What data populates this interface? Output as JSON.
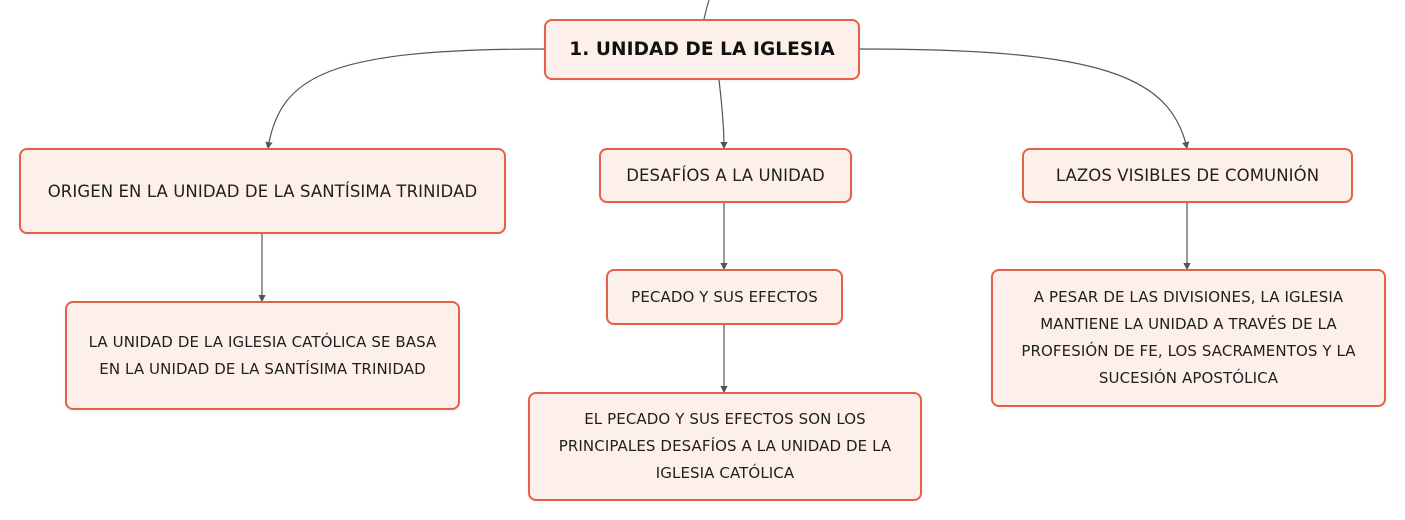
{
  "colors": {
    "node_border": "#e5604a",
    "node_fill": "#fdf0ea",
    "connector": "#555555",
    "text": "#1f1f1f"
  },
  "root": {
    "label": "1. UNIDAD DE LA IGLESIA"
  },
  "branches": [
    {
      "label": "ORIGEN EN LA UNIDAD DE LA SANTÍSIMA TRINIDAD",
      "children": [
        {
          "label": "LA UNIDAD DE LA IGLESIA CATÓLICA SE BASA EN LA UNIDAD DE LA SANTÍSIMA TRINIDAD"
        }
      ]
    },
    {
      "label": "DESAFÍOS A LA UNIDAD",
      "children": [
        {
          "label": "PECADO Y SUS EFECTOS",
          "children": [
            {
              "label": "EL PECADO Y SUS EFECTOS SON LOS PRINCIPALES DESAFÍOS A LA UNIDAD DE LA IGLESIA CATÓLICA"
            }
          ]
        }
      ]
    },
    {
      "label": "LAZOS VISIBLES DE COMUNIÓN",
      "children": [
        {
          "label": "A PESAR DE LAS DIVISIONES, LA IGLESIA MANTIENE LA UNIDAD A TRAVÉS DE LA PROFESIÓN DE FE, LOS SACRAMENTOS Y LA SUCESIÓN APOSTÓLICA"
        }
      ]
    }
  ]
}
